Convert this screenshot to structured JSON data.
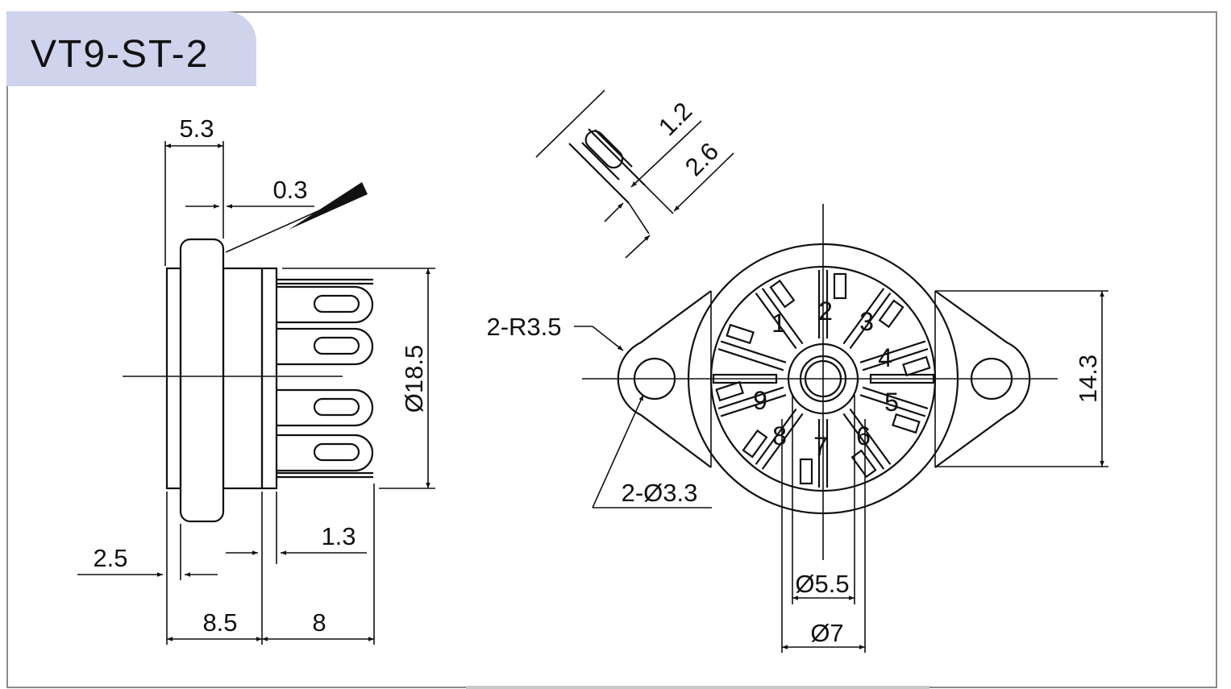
{
  "title": "VT9-ST-2",
  "side_view": {
    "d_width_top": "5.3",
    "d_gap": "0.3",
    "d_flange": "2.5",
    "d_pin_offset": "1.3",
    "d_body": "8.5",
    "d_pin_len": "8",
    "d_diameter": "Ø18.5"
  },
  "pin_detail": {
    "d_slot_width": "1.2",
    "d_pin_width": "2.6"
  },
  "top_view": {
    "d_radius": "2-R3.5",
    "d_hole": "2-Ø3.3",
    "d_height": "14.3",
    "d_inner": "Ø5.5",
    "d_outer": "Ø7",
    "pins": [
      "1",
      "2",
      "3",
      "4",
      "5",
      "6",
      "7",
      "8",
      "9"
    ]
  }
}
